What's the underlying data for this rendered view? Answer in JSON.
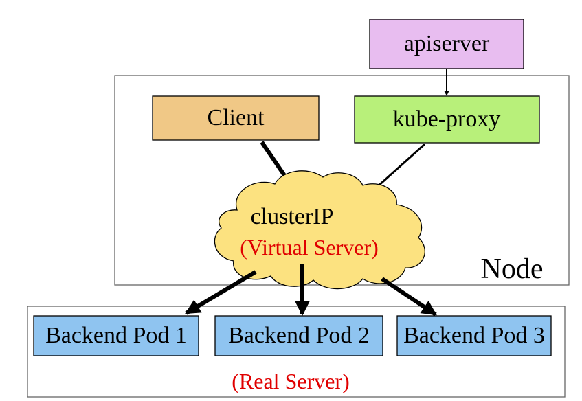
{
  "nodes": {
    "apiserver": {
      "label": "apiserver",
      "fill": "#e8bdf0"
    },
    "client": {
      "label": "Client",
      "fill": "#f0c886"
    },
    "kube_proxy": {
      "label": "kube-proxy",
      "fill": "#b8f07a"
    },
    "cluster_ip": {
      "label": "clusterIP",
      "sublabel": "(Virtual Server)",
      "fill": "#fce280"
    },
    "pods": [
      {
        "label": "Backend Pod 1",
        "fill": "#8fc4f0"
      },
      {
        "label": "Backend Pod 2",
        "fill": "#8fc4f0"
      },
      {
        "label": "Backend Pod 3",
        "fill": "#8fc4f0"
      }
    ]
  },
  "groups": {
    "node": {
      "label": "Node"
    },
    "real_server": {
      "label": "(Real Server)"
    }
  },
  "edges": [
    {
      "from": "apiserver",
      "to": "kube-proxy"
    },
    {
      "from": "Client",
      "to": "clusterIP"
    },
    {
      "from": "kube-proxy",
      "to": "clusterIP"
    },
    {
      "from": "clusterIP",
      "to": "Backend Pod 1"
    },
    {
      "from": "clusterIP",
      "to": "Backend Pod 2"
    },
    {
      "from": "clusterIP",
      "to": "Backend Pod 3"
    }
  ],
  "colors": {
    "accent_red": "#e00000",
    "stroke": "#000000",
    "group_border": "#666666"
  }
}
